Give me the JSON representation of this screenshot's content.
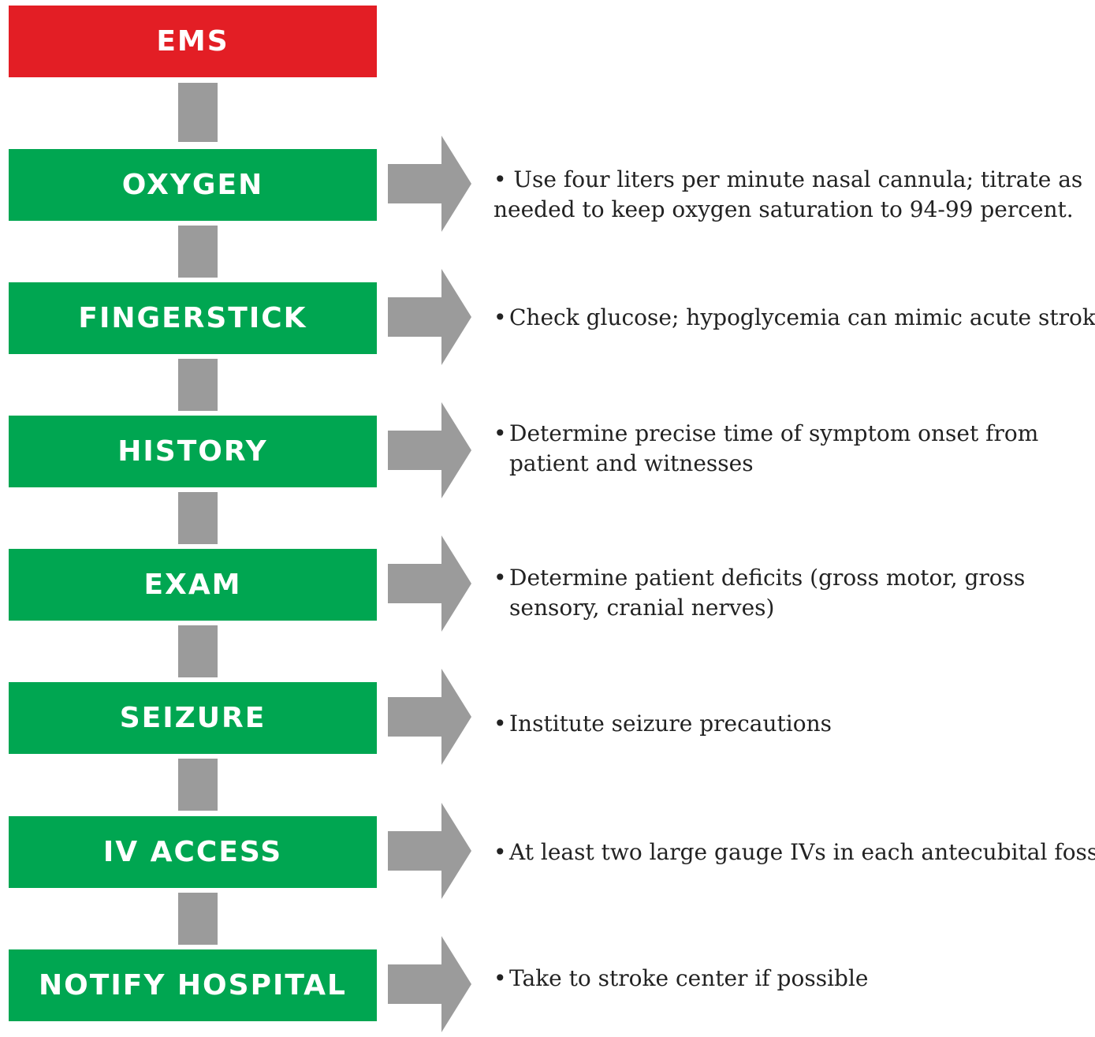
{
  "title_box": {
    "label": "EMS",
    "color": "#e31e25"
  },
  "colors": {
    "step": "#00a651",
    "connector": "#9b9b9b",
    "arrow": "#9b9b9b",
    "text": "#222222"
  },
  "bullet_glyph": "•",
  "steps": [
    {
      "label": "OXYGEN",
      "description": "Use four liters per minute nasal cannula; titrate as needed to keep oxygen saturation to 94-99 percent."
    },
    {
      "label": "FINGERSTICK",
      "description": "Check glucose; hypoglycemia can mimic acute stroke"
    },
    {
      "label": "HISTORY",
      "description": "Determine precise time of symptom onset from patient and witnesses"
    },
    {
      "label": "EXAM",
      "description": "Determine patient deficits (gross motor, gross sensory, cranial nerves)"
    },
    {
      "label": "SEIZURE",
      "description": "Institute seizure precautions"
    },
    {
      "label": "IV ACCESS",
      "description": "At least two large gauge IVs in each antecubital fossa."
    },
    {
      "label": "NOTIFY HOSPITAL",
      "description": "Take to stroke center if possible"
    }
  ]
}
